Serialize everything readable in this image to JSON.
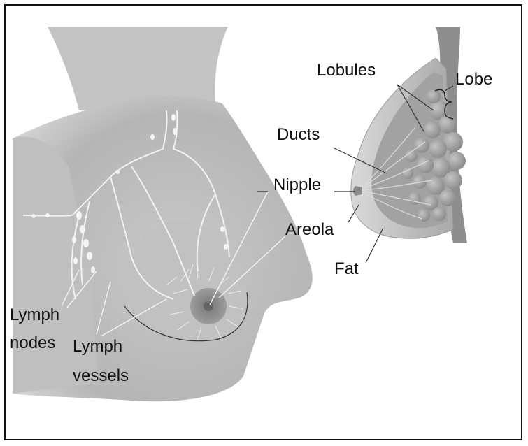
{
  "figure": {
    "labels": {
      "lobules": "Lobules",
      "lobe": "Lobe",
      "ducts": "Ducts",
      "nipple": "Nipple",
      "areola": "Areola",
      "fat": "Fat",
      "lymph_nodes_line1": "Lymph",
      "lymph_nodes_line2": "nodes",
      "lymph_vessels_line1": "Lymph",
      "lymph_vessels_line2": "vessels"
    },
    "colors": {
      "skin": "#b9b9b9",
      "skin_light": "#cfcfcf",
      "gland": "#9a9a9a",
      "lymph": "#f2f2f2",
      "border": "#111111"
    }
  }
}
